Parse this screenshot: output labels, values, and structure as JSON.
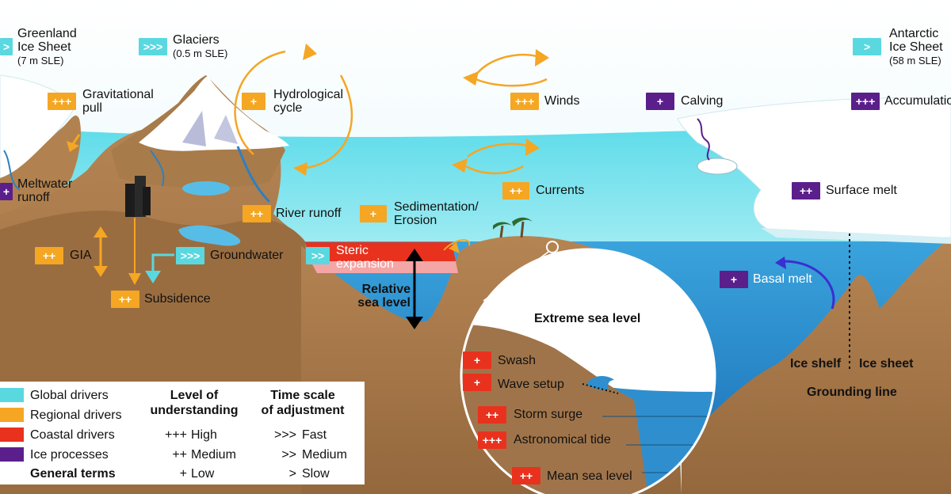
{
  "sources": {
    "greenland": {
      "symbol": ">",
      "name": [
        "Greenland",
        "Ice Sheet"
      ],
      "sle": "(7 m SLE)"
    },
    "glaciers": {
      "symbol": ">>>",
      "name": "Glaciers",
      "sle": "(0.5 m SLE)"
    },
    "antarctic": {
      "symbol": ">",
      "name": [
        "Antarctic",
        "Ice Sheet"
      ],
      "sle": "(58 m SLE)"
    }
  },
  "drivers": {
    "gravitational_pull": {
      "badge": "+++",
      "label": [
        "Gravitational",
        "pull"
      ]
    },
    "hydrological_cycle": {
      "badge": "+",
      "label": [
        "Hydrological",
        "cycle"
      ]
    },
    "winds": {
      "badge": "+++",
      "label": "Winds"
    },
    "calving": {
      "badge": "+",
      "label": "Calving"
    },
    "accumulation": {
      "badge": "+++",
      "label": "Accumulation"
    },
    "meltwater_runoff": {
      "badge": "+",
      "label": [
        "Meltwater",
        "runoff"
      ]
    },
    "currents": {
      "badge": "++",
      "label": "Currents"
    },
    "surface_melt": {
      "badge": "++",
      "label": "Surface melt"
    },
    "river_runoff": {
      "badge": "++",
      "label": "River runoff"
    },
    "sedimentation": {
      "badge": "+",
      "label": [
        "Sedimentation/",
        "Erosion"
      ]
    },
    "gia": {
      "badge": "++",
      "label": "GIA"
    },
    "groundwater": {
      "badge": ">>>",
      "label": "Groundwater"
    },
    "steric": {
      "badge": ">>",
      "label": [
        "Steric",
        "expansion"
      ]
    },
    "subsidence": {
      "badge": "++",
      "label": "Subsidence"
    },
    "basal_melt": {
      "badge": "+",
      "label": "Basal melt"
    }
  },
  "relative_sea_level": [
    "Relative",
    "sea level"
  ],
  "extreme": {
    "title": "Extreme sea level",
    "items": [
      {
        "badge": "+",
        "label": "Swash"
      },
      {
        "badge": "+",
        "label": "Wave setup"
      },
      {
        "badge": "++",
        "label": "Storm surge"
      },
      {
        "badge": "+++",
        "label": "Astronomical tide"
      },
      {
        "badge": "++",
        "label": "Mean sea level"
      }
    ]
  },
  "ice_labels": {
    "shelf": "Ice shelf",
    "sheet": "Ice sheet",
    "grounding": "Grounding line"
  },
  "legend": {
    "categories": [
      {
        "label": "Global drivers",
        "color": "#5ad8e0"
      },
      {
        "label": "Regional drivers",
        "color": "#f5a623"
      },
      {
        "label": "Coastal drivers",
        "color": "#e8321e"
      },
      {
        "label": "Ice processes",
        "color": "#5b1f8c"
      }
    ],
    "general_terms": "General terms",
    "understanding_title": [
      "Level of",
      "understanding"
    ],
    "understanding": [
      {
        "symbol": "+++",
        "label": "High"
      },
      {
        "symbol": "++",
        "label": "Medium"
      },
      {
        "symbol": "+",
        "label": "Low"
      }
    ],
    "timescale_title": [
      "Time scale",
      "of adjustment"
    ],
    "timescale": [
      {
        "symbol": ">>>",
        "label": "Fast"
      },
      {
        "symbol": ">>",
        "label": "Medium"
      },
      {
        "symbol": ">",
        "label": "Slow"
      }
    ]
  },
  "colors": {
    "global": "#5ad8e0",
    "regional": "#f5a623",
    "coastal": "#e8321e",
    "ice": "#5b1f8c",
    "land": "#a0744a",
    "ocean": "#2f8fce"
  }
}
